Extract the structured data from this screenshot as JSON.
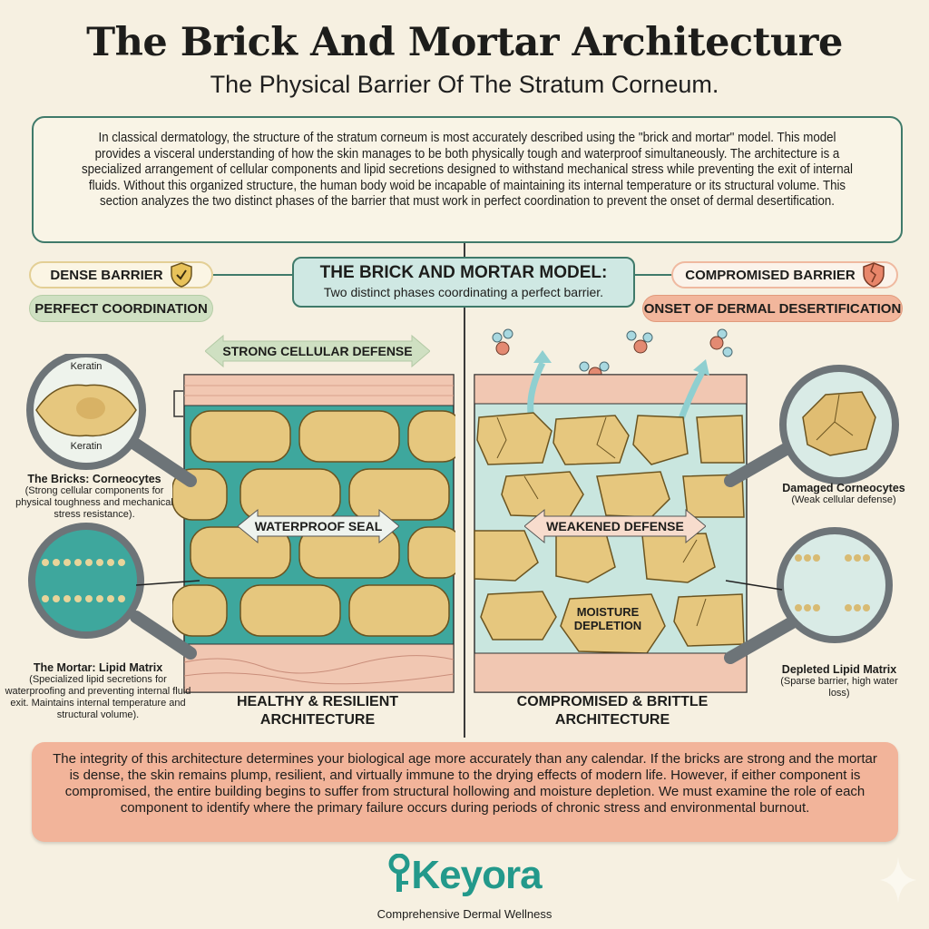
{
  "header": {
    "title": "The Brick And Mortar Architecture",
    "subtitle": "The Physical Barrier Of The Stratum Corneum."
  },
  "intro": "In classical dermatology, the structure of the stratum corneum is most accurately described using the \"brick and mortar\" model. This model provides a visceral understanding of how the skin manages to be both physically tough and waterproof simultaneously. The architecture is a specialized arrangement of cellular components and lipid secretions designed to withstand mechanical stress while preventing the exit of internal fluids. Without this organized structure, the human body woid be incapable of maintaining its internal temperature or its  structural volume. This section analyzes the two distinct phases of the barrier that must work in perfect coordination to prevent the onset of dermal desertification.",
  "model": {
    "title": "THE BRICK AND MORTAR MODEL:",
    "subtitle": "Two distinct phases coordinating a perfect barrier."
  },
  "left": {
    "badge": "DENSE BARRIER",
    "tag": "PERFECT COORDINATION",
    "arrow_top": "STRONG CELLULAR DEFENSE",
    "arrow_mid": "WATERPROOF SEAL",
    "keratin_top": "Keratin",
    "keratin_bottom": "Keratin",
    "bricks_title": "The Bricks: Corneocytes",
    "bricks_desc": "(Strong cellular components for physical toughness and mechanical stress resistance).",
    "mortar_title": "The Mortar: Lipid Matrix",
    "mortar_desc": "(Specialized lipid secretions for waterproofing and preventing internal fluid exit. Maintains internal temperature and structural volume).",
    "label_line1": "HEALTHY & RESILIENT",
    "label_line2": "ARCHITECTURE"
  },
  "right": {
    "badge": "COMPROMISED BARRIER",
    "tag": "ONSET OF DERMAL DESERTIFICATION",
    "arrow_mid": "WEAKENED DEFENSE",
    "moisture_line1": "MOISTURE",
    "moisture_line2": "DEPLETION",
    "damaged_title": "Damaged Corneocytes",
    "damaged_desc": "(Weak cellular defense)",
    "depleted_title": "Depleted Lipid Matrix",
    "depleted_desc": "(Sparse barrier, high water loss)",
    "label_line1": "COMPROMISED & BRITTLE",
    "label_line2": "ARCHITECTURE"
  },
  "outro": "The integrity of this architecture determines your biological age more accurately than any calendar. If the bricks are strong and the mortar is dense, the skin remains plump, resilient, and virtually immune to the drying effects of modern life. However, if either component is compromised, the entire building begins to suffer from structural hollowing and moisture depletion. We must examine the role of each component to identify where the primary failure occurs during periods of chronic stress and environmental burnout.",
  "footer": {
    "brand": "Keyora",
    "tagline": "Comprehensive Dermal Wellness"
  },
  "colors": {
    "teal": "#23998b",
    "brick": "#e6c77e",
    "mortar": "#3ea79d",
    "salmon": "#f2b49a",
    "green_tag": "#cfe0c2"
  }
}
